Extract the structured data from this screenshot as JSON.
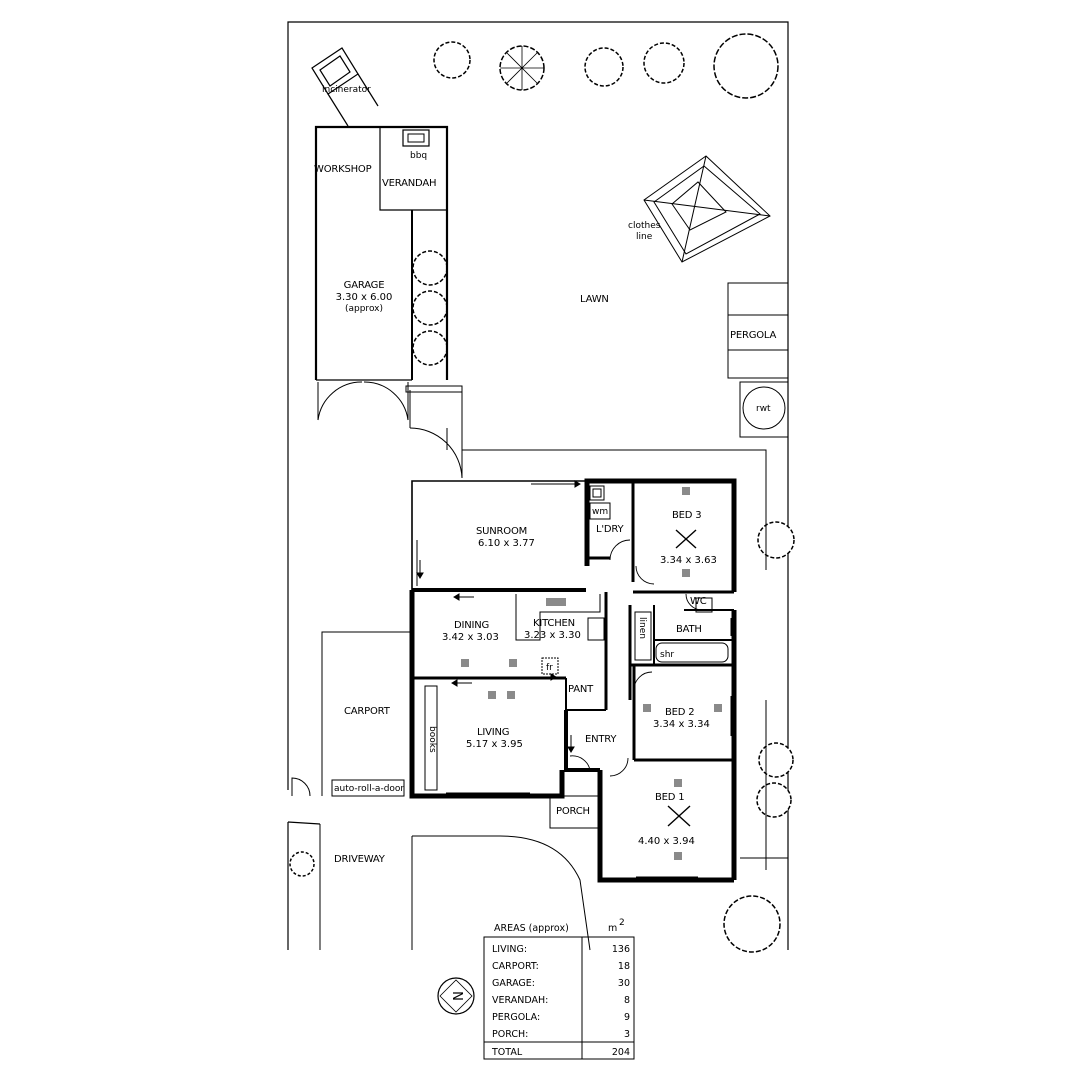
{
  "rooms": {
    "workshop": "WORKSHOP",
    "verandah": "VERANDAH",
    "garage": "GARAGE",
    "garage_dim": "3.30 x 6.00",
    "garage_note": "(approx)",
    "lawn": "LAWN",
    "pergola": "PERGOLA",
    "sunroom": "SUNROOM",
    "sunroom_dim": "6.10 x 3.77",
    "laundry": "L'DRY",
    "bed3": "BED 3",
    "bed3_dim": "3.34 x 3.63",
    "dining": "DINING",
    "dining_dim": "3.42 x 3.03",
    "kitchen": "KITCHEN",
    "kitchen_dim": "3.23 x 3.30",
    "wc": "WC",
    "bath": "BATH",
    "pantry": "PANT",
    "bed2": "BED 2",
    "bed2_dim": "3.34 x 3.34",
    "carport": "CARPORT",
    "living": "LIVING",
    "living_dim": "5.17 x 3.95",
    "entry": "ENTRY",
    "bed1": "BED 1",
    "bed1_dim": "4.40 x 3.94",
    "porch": "PORCH",
    "driveway": "DRIVEWAY"
  },
  "fixtures": {
    "incinerator": "incinerator",
    "bbq": "bbq",
    "clothes_line_1": "clothes",
    "clothes_line_2": "line",
    "rwt": "rwt",
    "wm": "wm",
    "linen": "linen",
    "shr": "shr",
    "fr": "fr",
    "books": "books",
    "door": "auto-roll-a-door"
  },
  "compass": {
    "label": "N"
  },
  "areas": {
    "title": "AREAS (approx)",
    "unit": "m",
    "unit_sup": "2",
    "rows": [
      {
        "label": "LIVING:",
        "value": "136"
      },
      {
        "label": "CARPORT:",
        "value": "18"
      },
      {
        "label": "GARAGE:",
        "value": "30"
      },
      {
        "label": "VERANDAH:",
        "value": "8"
      },
      {
        "label": "PERGOLA:",
        "value": "9"
      },
      {
        "label": "PORCH:",
        "value": "3"
      }
    ],
    "total_label": "TOTAL",
    "total_value": "204"
  }
}
